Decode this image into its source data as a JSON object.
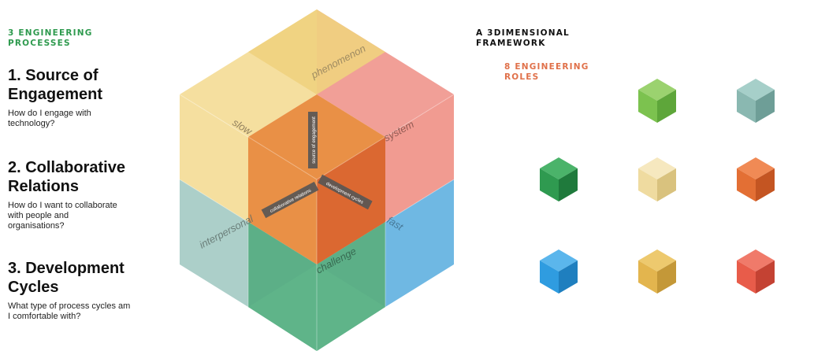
{
  "left": {
    "kicker": "3 ENGINEERING PROCESSES",
    "processes": [
      {
        "title": "1. Source of Engagement",
        "question": "How do I engage with technology?"
      },
      {
        "title": "2. Collaborative Relations",
        "question": "How do I want to collaborate with people and organisations?"
      },
      {
        "title": "3. Development Cycles",
        "question": "What type of process cycles am I comfortable with?"
      }
    ]
  },
  "framework": {
    "kicker": "A 3DIMENSIONAL FRAMEWORK",
    "roles_kicker": "8 ENGINEERING ROLES"
  },
  "hexagon": {
    "labels": {
      "phenomenon": "phenomenon",
      "slow": "slow",
      "system": "system",
      "interpersonal": "interpersonal",
      "fast": "fast",
      "challenge": "challenge",
      "axis_engagement": "source of engagement",
      "axis_collaboration": "collaborative relations",
      "axis_cycles": "development cycles"
    },
    "colors": {
      "yellow": "#f3d98e",
      "pink": "#ef8e85",
      "teal": "#9ec7c0",
      "blue": "#5fb0e0",
      "green": "#4aa67a",
      "orange": "#e88a3c",
      "dark_orange": "#d8612e"
    }
  },
  "cubes": [
    {
      "name": "light-green-cube",
      "color": "#7cc24f"
    },
    {
      "name": "grey-teal-cube",
      "color": "#8ab8b1"
    },
    {
      "name": "dark-green-cube",
      "color": "#2f9a50"
    },
    {
      "name": "pale-yellow-cube",
      "color": "#efdba0"
    },
    {
      "name": "orange-cube",
      "color": "#e36f34"
    },
    {
      "name": "blue-cube",
      "color": "#2f9ce0"
    },
    {
      "name": "gold-cube",
      "color": "#e3b54e"
    },
    {
      "name": "red-cube",
      "color": "#e85c4a"
    }
  ]
}
